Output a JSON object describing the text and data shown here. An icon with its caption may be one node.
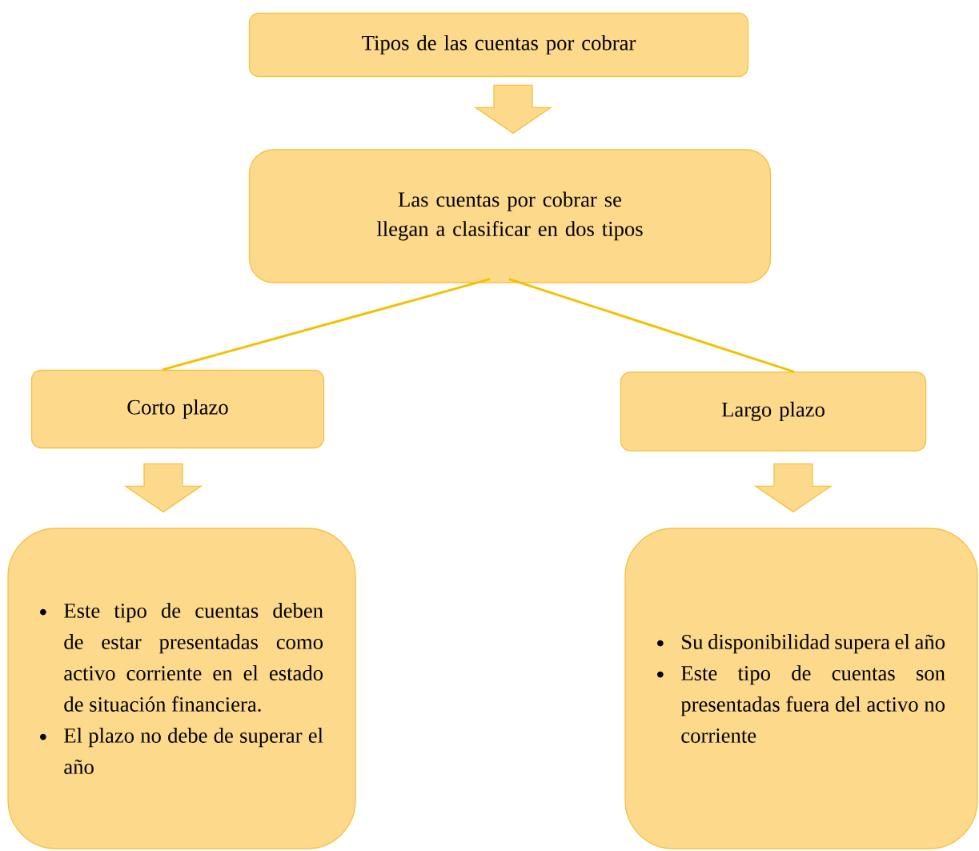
{
  "diagram": {
    "nodes": [
      {
        "text": [
          "Tipos de las cuentas por cobrar"
        ]
      },
      {
        "text": [
          "Las cuentas por cobrar se llegan a clasificar en dos tipos"
        ]
      },
      {
        "text": [
          "Corto plazo"
        ]
      },
      {
        "text": [
          "Largo plazo"
        ]
      },
      {
        "text": [
          "Este tipo de cuentas deben de estar presentadas como activo corriente en el estado de situación financiera.",
          "El plazo no debe de superar el año"
        ]
      },
      {
        "text": [
          "Su disponibilidad supera el año",
          "Este tipo de cuentas son presentadas fuera del activo no corriente"
        ]
      }
    ],
    "edges": [
      {
        "from": 0,
        "to": 1,
        "arrow": "to"
      },
      {
        "from": 1,
        "to": 2,
        "arrow": "none"
      },
      {
        "from": 1,
        "to": 3,
        "arrow": "none"
      },
      {
        "from": 2,
        "to": 4,
        "arrow": "to"
      },
      {
        "from": 3,
        "to": 5,
        "arrow": "to"
      }
    ]
  }
}
